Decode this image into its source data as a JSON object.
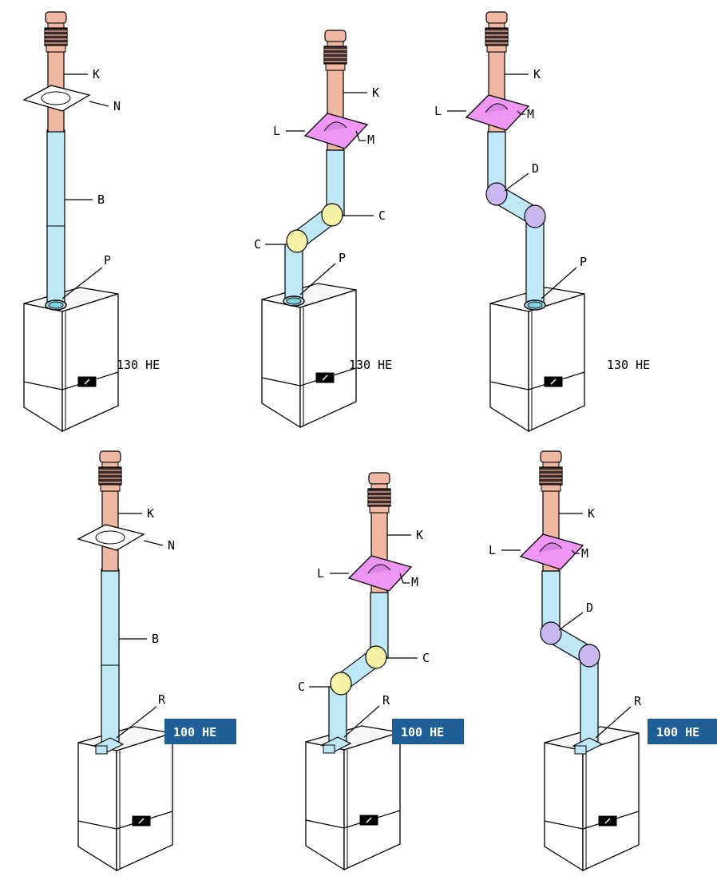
{
  "colors": {
    "pipe": "#bfe8f6",
    "terminal": "#f0b8a2",
    "flashing": "#ef95f3",
    "elbow_c": "#f6f3a6",
    "elbow_d": "#c9b7ef",
    "highlight_bg": "#1f5e96",
    "outline": "#000000"
  },
  "diagrams": [
    {
      "id": "130-vertical-flat-roof",
      "model": "130 HE",
      "highlighted": false,
      "labels": {
        "k": "K",
        "n": "N",
        "b": "B",
        "p": "P"
      }
    },
    {
      "id": "130-offset-pitched-roof-c",
      "model": "130 HE",
      "highlighted": false,
      "labels": {
        "k": "K",
        "l": "L",
        "m": "M",
        "c1": "C",
        "c2": "C",
        "p": "P"
      }
    },
    {
      "id": "130-offset-pitched-roof-d",
      "model": "130 HE",
      "highlighted": false,
      "labels": {
        "k": "K",
        "l": "L",
        "m": "M",
        "d": "D",
        "p": "P"
      }
    },
    {
      "id": "100-vertical-flat-roof",
      "model": "100 HE",
      "highlighted": true,
      "labels": {
        "k": "K",
        "n": "N",
        "b": "B",
        "r": "R"
      }
    },
    {
      "id": "100-offset-pitched-roof-c",
      "model": "100 HE",
      "highlighted": true,
      "labels": {
        "k": "K",
        "l": "L",
        "m": "M",
        "c1": "C",
        "c2": "C",
        "r": "R"
      }
    },
    {
      "id": "100-offset-pitched-roof-d",
      "model": "100 HE",
      "highlighted": true,
      "labels": {
        "k": "K",
        "l": "L",
        "m": "M",
        "d": "D",
        "r": "R"
      }
    }
  ]
}
